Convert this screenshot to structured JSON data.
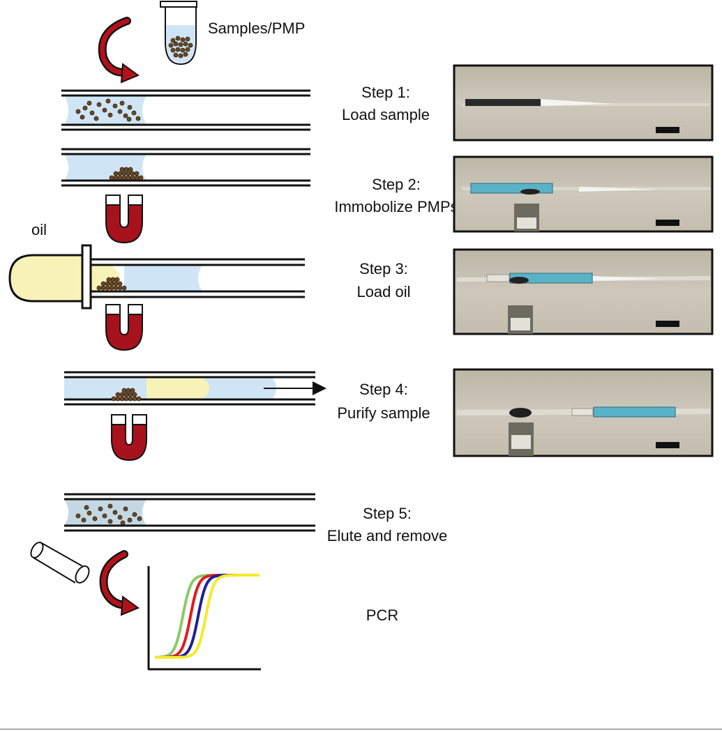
{
  "labels": {
    "samples": "Samples/PMP",
    "oil": "oil",
    "step1": {
      "title": "Step 1:",
      "desc": "Load sample"
    },
    "step2": {
      "title": "Step 2:",
      "desc": "Immobolize PMPs"
    },
    "step3": {
      "title": "Step 3:",
      "desc": "Load oil"
    },
    "step4": {
      "title": "Step 4:",
      "desc": "Purify sample"
    },
    "step5": {
      "title": "Step 5:",
      "desc": "Elute and remove"
    },
    "pcr": "PCR"
  },
  "colors": {
    "sample_fluid": "#cfe5f5",
    "oil_fluid": "#f7f3b8",
    "elute_fluid": "#c4d8e4",
    "magnet_red": "#a8121c",
    "arrow_red": "#b3121b",
    "bead_brown": "#6b4a26",
    "photo_bg": "#c9c4b6",
    "blue_plug": "#5ab2c8"
  },
  "chart_data": {
    "type": "line",
    "title": "",
    "xlabel": "",
    "ylabel": "",
    "series": [
      {
        "color": "#8bc96a",
        "shift": 0
      },
      {
        "color": "#e31a1c",
        "shift": 1
      },
      {
        "color": "#1f1f9a",
        "shift": 2
      },
      {
        "color": "#f5ea2a",
        "shift": 3
      }
    ]
  }
}
